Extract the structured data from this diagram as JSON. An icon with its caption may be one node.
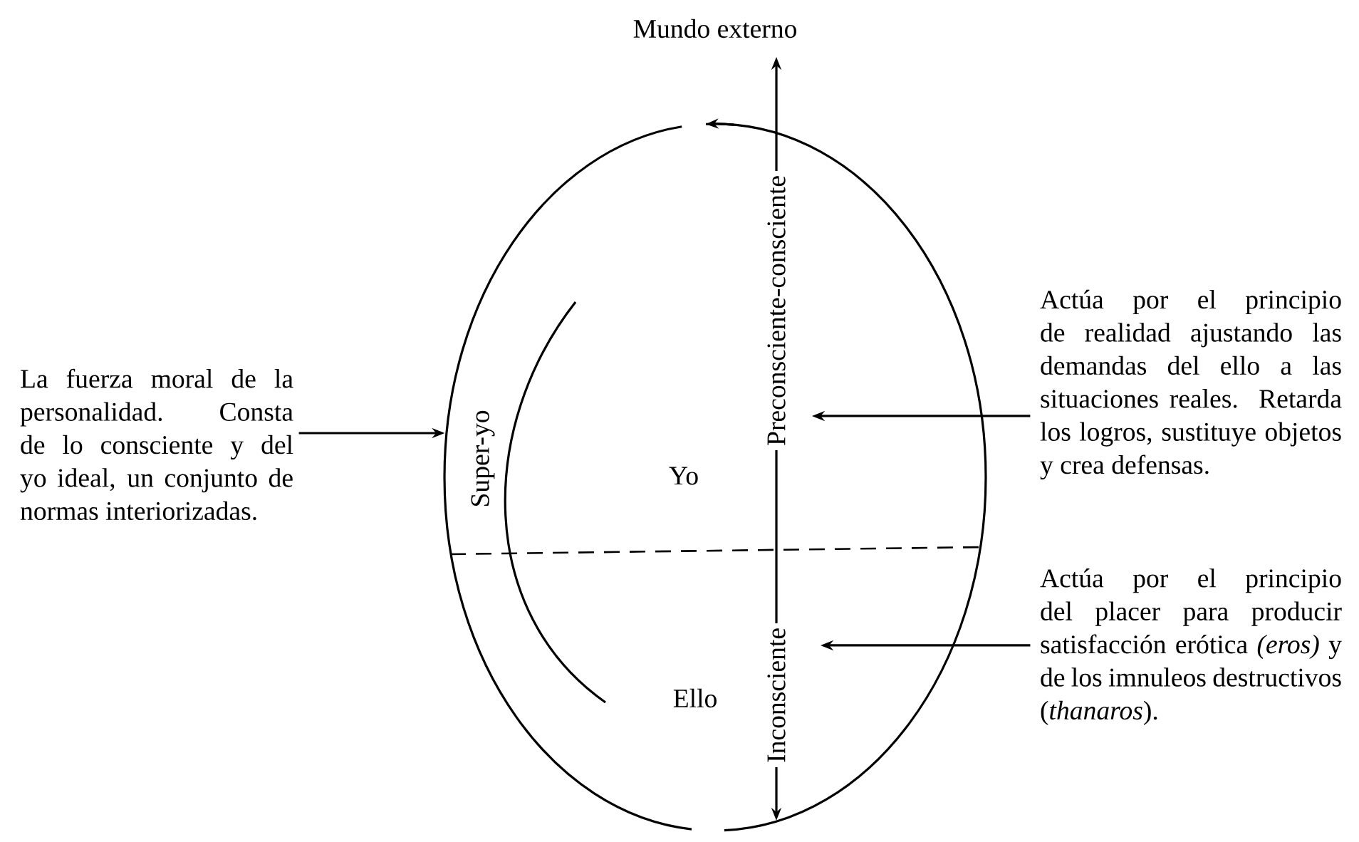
{
  "diagram": {
    "nodes": [
      {
        "text": [
          "La fuerza moral de la personalidad. Consta de lo consciente y del yo ideal, un conjunto de normas interiorizadas."
        ]
      },
      {
        "text": [
          "Actúa por el principio de realidad ajustando las demandas del ello a las situaciones reales. Retarda los logros, sustituye objetos y crea defensas."
        ]
      },
      {
        "text": [
          "Actúa por el principio del placer para producir satisfacción erótica *(eros)* y de los imnuleos destructivos (*thanaros*)."
        ]
      },
      {
        "text": [],
        "shape": "ellipse"
      }
    ],
    "edges": [
      {
        "from": 0,
        "to": 3,
        "arrow": "to"
      },
      {
        "from": 1,
        "to": 3,
        "arrow": "to"
      },
      {
        "from": 2,
        "to": 3,
        "arrow": "to"
      }
    ],
    "labels": [
      "Mundo externo",
      "Preconsciente-consciente",
      "Super-yo",
      "Yo",
      "Inconsciente",
      "Ello"
    ]
  }
}
